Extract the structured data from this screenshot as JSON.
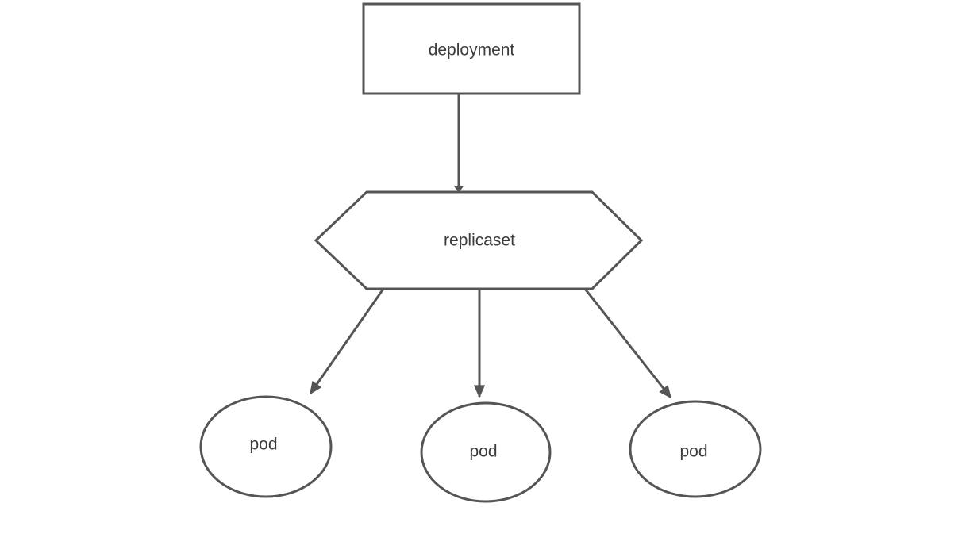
{
  "diagram": {
    "type": "flowchart",
    "background_color": "#ffffff",
    "stroke_color": "#555555",
    "text_color": "#3c3c3c",
    "nodes": [
      {
        "id": "deployment",
        "shape": "rectangle",
        "label": "deployment"
      },
      {
        "id": "replicaset",
        "shape": "hexagon",
        "label": "replicaset"
      },
      {
        "id": "pod-1",
        "shape": "ellipse",
        "label": "pod"
      },
      {
        "id": "pod-2",
        "shape": "ellipse",
        "label": "pod"
      },
      {
        "id": "pod-3",
        "shape": "ellipse",
        "label": "pod"
      }
    ],
    "edges": [
      {
        "from": "deployment",
        "to": "replicaset",
        "style": "line-small-arrow"
      },
      {
        "from": "replicaset",
        "to": "pod-1",
        "style": "arrow"
      },
      {
        "from": "replicaset",
        "to": "pod-2",
        "style": "arrow"
      },
      {
        "from": "replicaset",
        "to": "pod-3",
        "style": "arrow"
      }
    ]
  }
}
